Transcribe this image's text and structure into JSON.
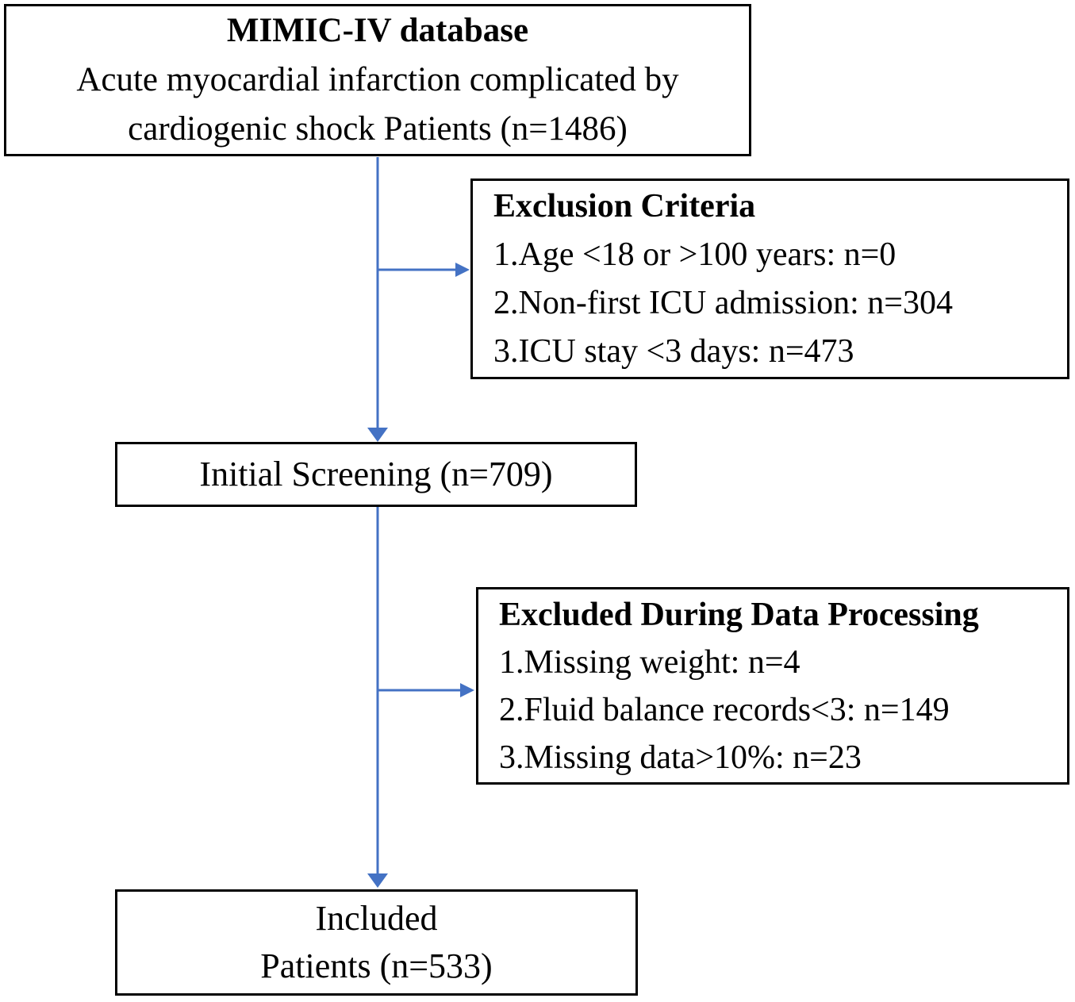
{
  "colors": {
    "arrow": "#4472C4",
    "border": "#000000",
    "text": "#000000",
    "background": "#FFFFFF"
  },
  "flowchart": {
    "source": {
      "title": "MIMIC-IV database",
      "line1": "Acute myocardial infarction complicated by",
      "line2": "cardiogenic shock Patients (n=1486)"
    },
    "exclusion": {
      "title": "Exclusion Criteria",
      "items": [
        "1.Age <18 or >100 years: n=0",
        "2.Non-first ICU admission: n=304",
        "3.ICU stay <3 days: n=473"
      ]
    },
    "screening": {
      "label": "Initial Screening (n=709)"
    },
    "processing": {
      "title": "Excluded During Data Processing",
      "items": [
        "1.Missing weight: n=4",
        "2.Fluid balance records<3: n=149",
        "3.Missing data>10%: n=23"
      ]
    },
    "included": {
      "line1": "Included",
      "line2": "Patients (n=533)"
    }
  }
}
